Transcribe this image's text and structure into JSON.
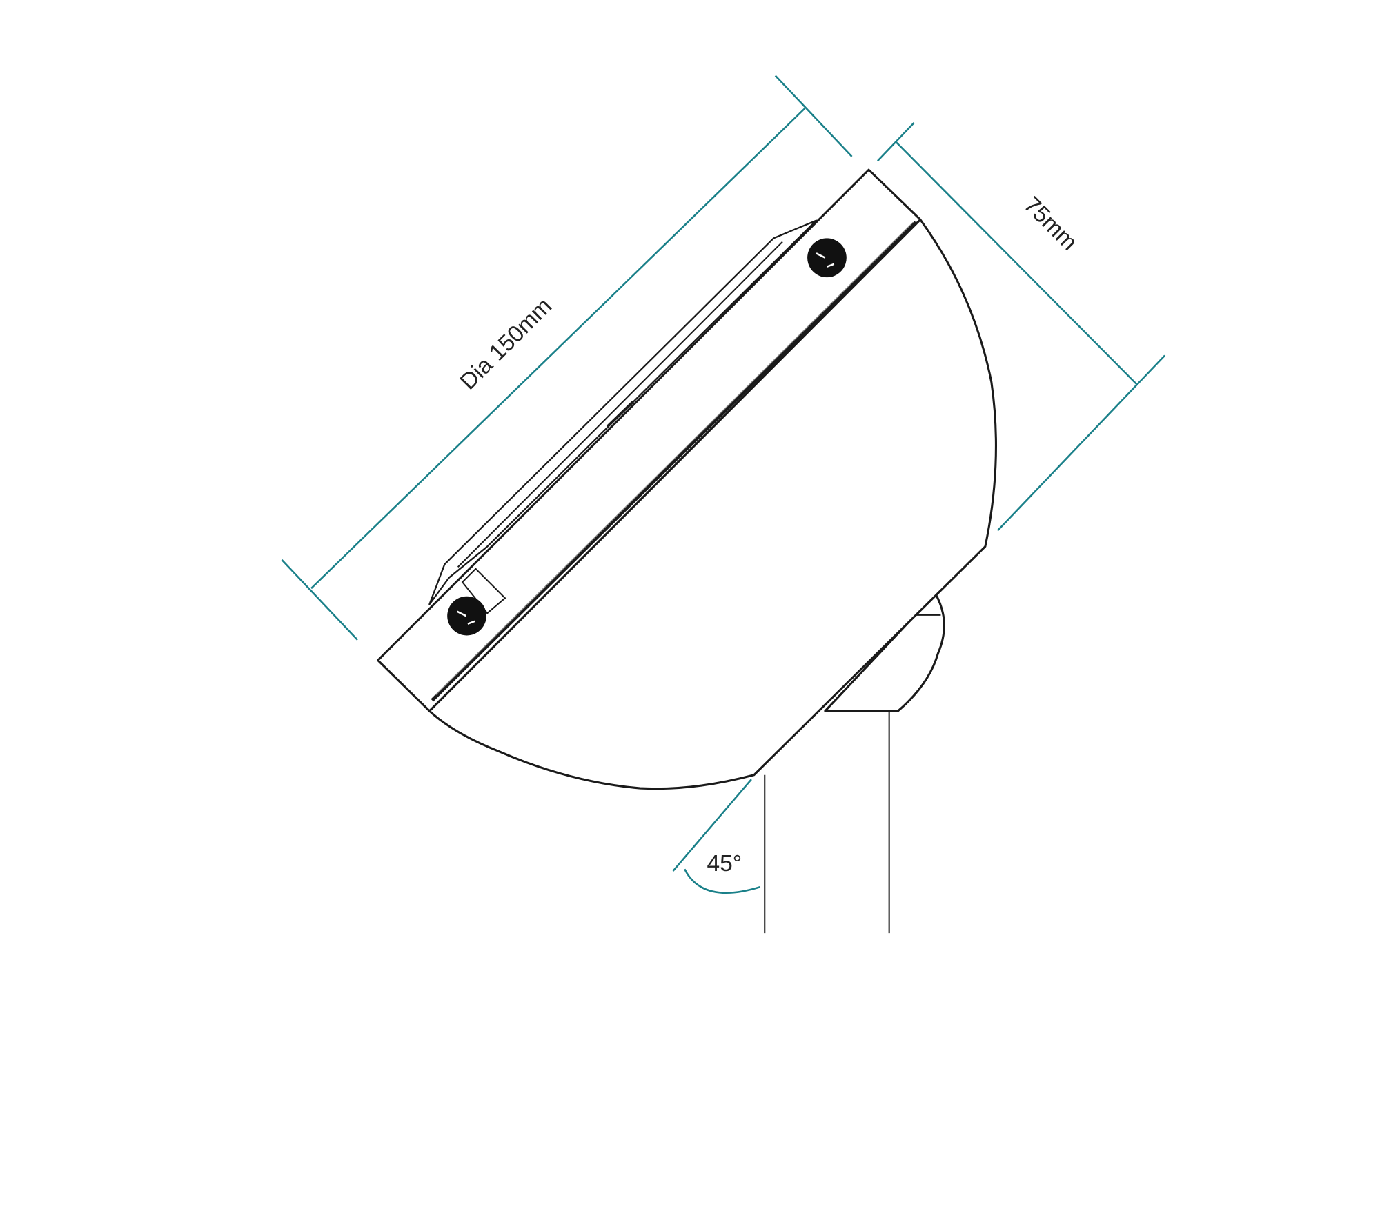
{
  "drawing": {
    "diameter_label": "Dia 150mm",
    "depth_label": "75mm",
    "angle_label": "45°",
    "dimension_color": "#1a8089",
    "line_color": "#1a1a1a"
  }
}
